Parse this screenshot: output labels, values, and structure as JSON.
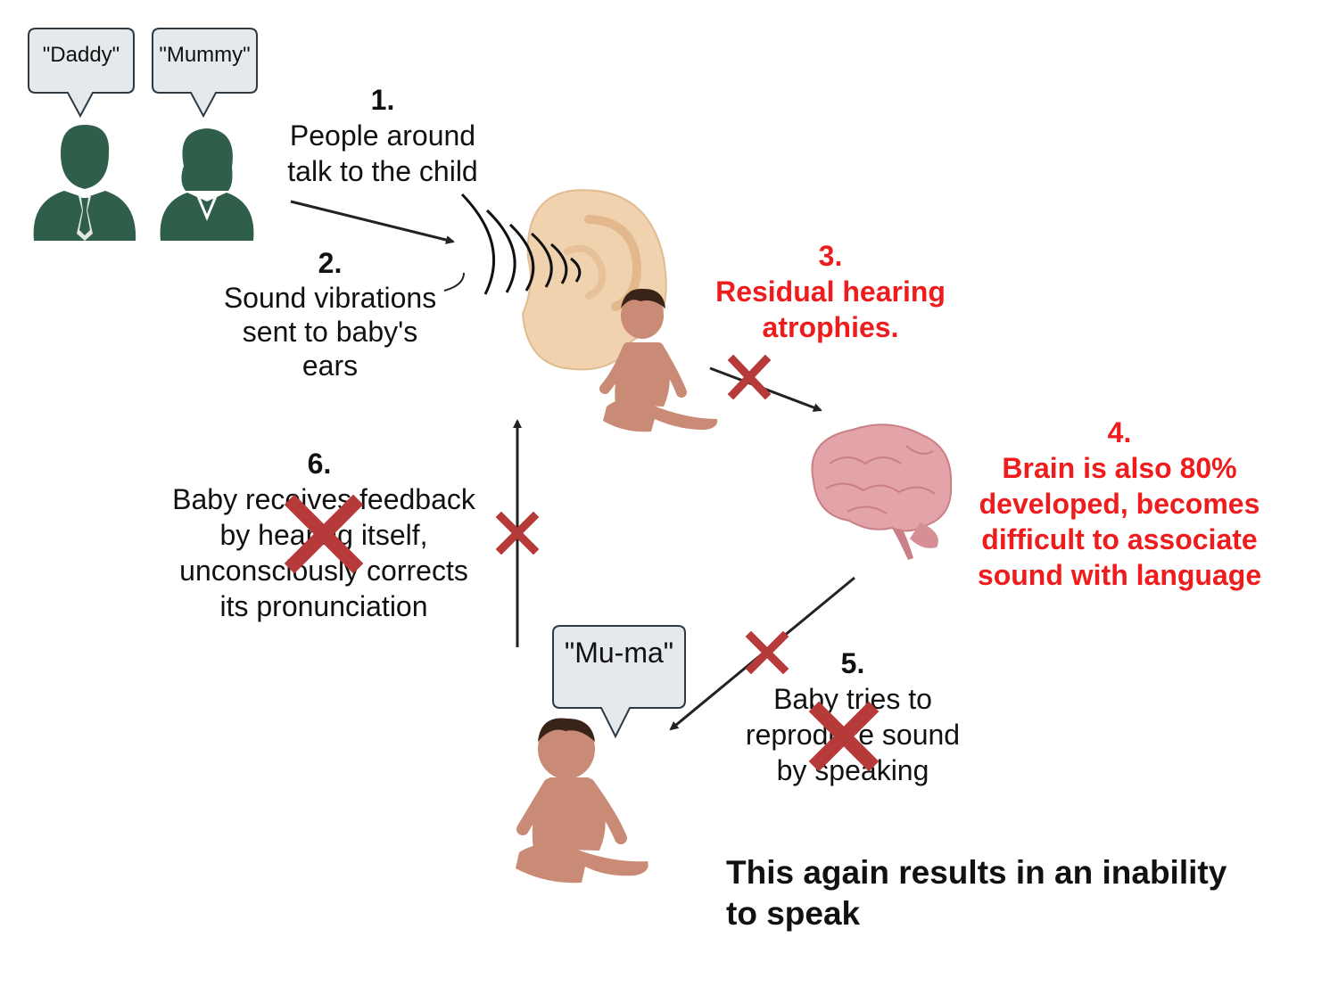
{
  "bubbles": {
    "daddy": "\"Daddy\"",
    "mummy": "\"Mummy\"",
    "baby": "\"Mu-ma\""
  },
  "steps": [
    {
      "num": "1.",
      "lines": [
        "People around",
        "talk to the child"
      ]
    },
    {
      "num": "2.",
      "lines": [
        "Sound vibrations",
        "sent to baby's",
        "ears"
      ]
    },
    {
      "num": "3.",
      "lines": [
        "Residual hearing",
        "atrophies."
      ]
    },
    {
      "num": "4.",
      "lines": [
        "Brain is also 80%",
        "developed, becomes",
        "difficult to associate",
        "sound with language"
      ]
    },
    {
      "num": "5.",
      "lines": [
        "Baby tries to",
        "reproduce sound",
        "by speaking"
      ]
    },
    {
      "num": "6.",
      "lines": [
        "Baby receives feedback",
        "by hearing itself,",
        "unconsciously corrects",
        "its pronunciation"
      ]
    }
  ],
  "conclusion": [
    "This again results in an inability",
    "to speak"
  ],
  "colors": {
    "person": "#2f5e4b",
    "accent_red": "#ee1c1c",
    "cross": "#b63a3a",
    "arrow": "#222222",
    "skin": "#c98a76",
    "ear": "#f1d2ae",
    "brain": "#e2a4a8"
  }
}
